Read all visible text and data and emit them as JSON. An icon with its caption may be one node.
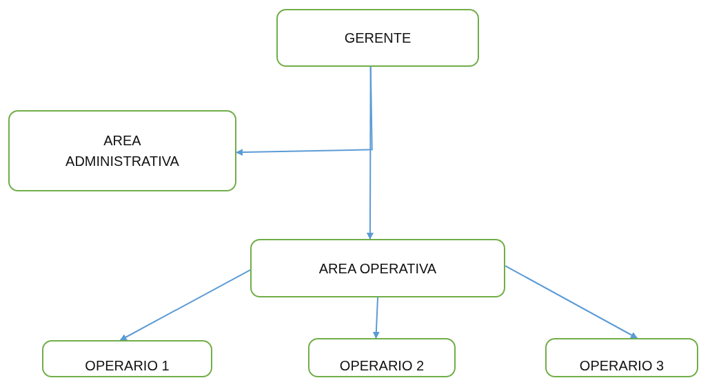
{
  "diagram": {
    "nodes": [
      {
        "text": [
          "GERENTE"
        ]
      },
      {
        "text": [
          "AREA ADMINISTRATIVA"
        ]
      },
      {
        "text": [
          "AREA OPERATIVA"
        ]
      },
      {
        "text": [
          "OPERARIO 1"
        ]
      },
      {
        "text": [
          "OPERARIO 2"
        ]
      },
      {
        "text": [
          "OPERARIO 3"
        ]
      }
    ],
    "edges": [
      {
        "from": 0,
        "to": 1,
        "arrow": "to"
      },
      {
        "from": 0,
        "to": 2,
        "arrow": "to"
      },
      {
        "from": 2,
        "to": 3,
        "arrow": "to"
      },
      {
        "from": 2,
        "to": 4,
        "arrow": "to"
      },
      {
        "from": 2,
        "to": 5,
        "arrow": "to"
      }
    ]
  }
}
